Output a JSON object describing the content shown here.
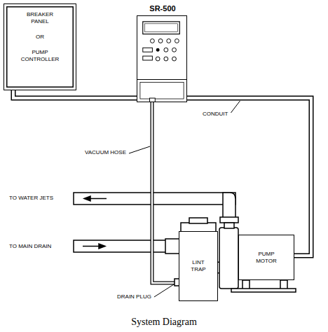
{
  "diagram": {
    "caption": "System Diagram",
    "nodes": [
      {
        "text": [
          "BREAKER PANEL",
          "OR",
          "PUMP CONTROLLER"
        ]
      },
      {
        "text": [
          "SR-500"
        ]
      },
      {
        "text": [
          "LINT TRAP"
        ]
      },
      {
        "text": [
          "PUMP MOTOR"
        ]
      }
    ],
    "edges": [
      {
        "from": 0,
        "to": 1,
        "arrow": "none"
      },
      {
        "from": 1,
        "to": 3,
        "arrow": "none",
        "label": "CONDUIT"
      },
      {
        "from": 1,
        "to": 2,
        "arrow": "none",
        "label": "VACUUM HOSE"
      },
      {
        "from": 2,
        "to": 3,
        "arrow": "none"
      }
    ],
    "labels": [
      "TO WATER JETS",
      "TO MAIN DRAIN",
      "DRAIN PLUG"
    ]
  }
}
